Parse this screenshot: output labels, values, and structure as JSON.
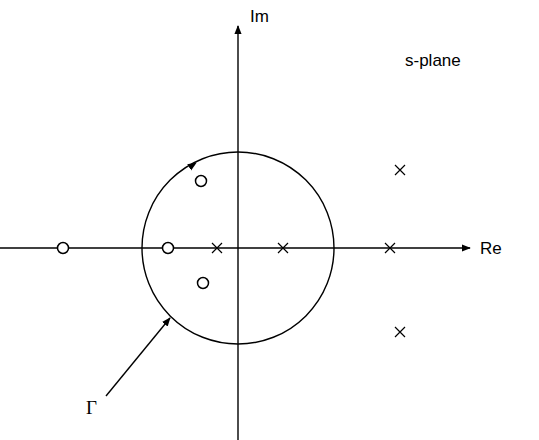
{
  "diagram": {
    "labels": [
      "Im",
      "s-plane",
      "Re",
      "Γ"
    ]
  }
}
